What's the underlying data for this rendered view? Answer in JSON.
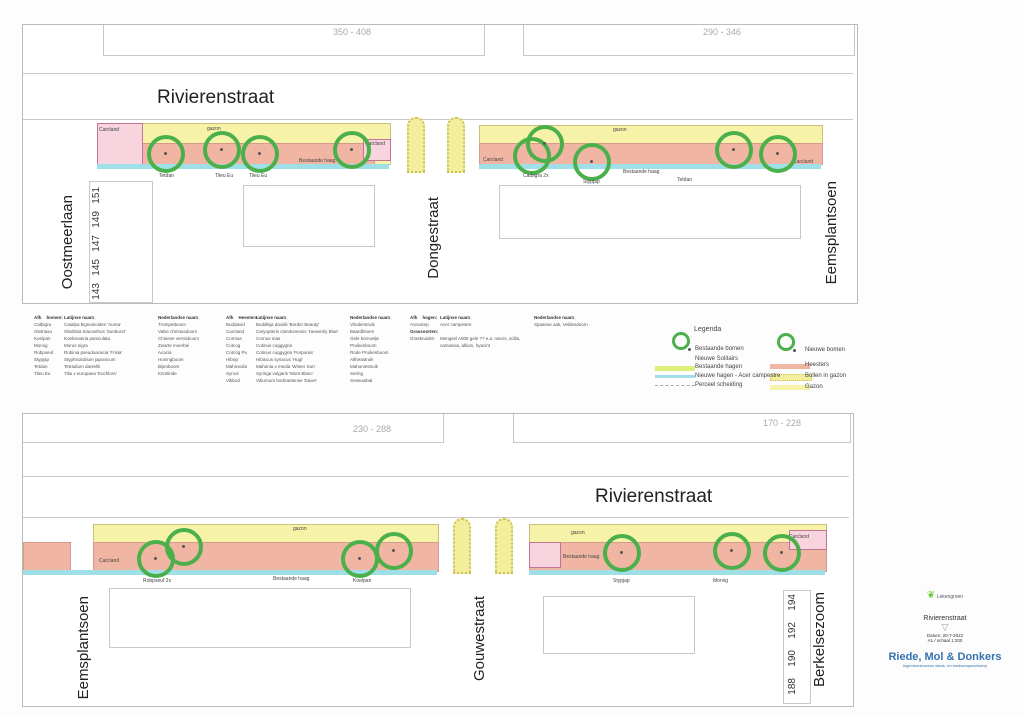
{
  "top_plan": {
    "street": "Rivierenstraat",
    "ranges": [
      "350 - 408",
      "290 - 346"
    ],
    "cross_streets": [
      "Oostmeerlaan",
      "Dongestraat",
      "Eemsplantsoen"
    ],
    "house_numbers_left": [
      "151",
      "149",
      "147",
      "145",
      "143"
    ],
    "labels": [
      "gazon",
      "gazon",
      "Carcland",
      "Carcland",
      "Carcland",
      "Carcland",
      "Bestaande haag",
      "Bestaande haag",
      "Tetdan",
      "Tileu Eu",
      "Tileu Eu",
      "Catbigra 2x",
      "Stypjap",
      "Tetdan"
    ]
  },
  "bottom_plan": {
    "street": "Rivierenstraat",
    "ranges": [
      "230 - 288",
      "170 - 228"
    ],
    "cross_streets": [
      "Eemsplantsoen",
      "Gouwestraat",
      "Berkelsezoom"
    ],
    "house_numbers_right": [
      "194",
      "192",
      "190",
      "188"
    ],
    "labels": [
      "gazon",
      "gazon",
      "Carcland",
      "Carcland",
      "Bestaande haag",
      "Bestaande haag",
      "Robpseuf 2x",
      "Koelpan",
      "Stypjap",
      "Morvig"
    ]
  },
  "plant_lists": [
    {
      "header_abbr": "Afk",
      "header_latin": "Latijnse naam",
      "header_dutch": "Nederlandse naam",
      "group": "bomen:",
      "rows": [
        [
          "Catbigra",
          "Catalpa bignonioides 'Aurea'",
          "Trompetboom"
        ],
        [
          "Gletriasu",
          "Gleditsia triacanthos 'Sunburst'",
          "Valse christusdoorn"
        ],
        [
          "Koelpan",
          "Koelreuteria paniculata",
          "Chinese vernisboom"
        ],
        [
          "Morvig",
          "Morus nigra",
          "Zwarte moerbei"
        ],
        [
          "Robpseuf",
          "Robinia pseudoacacia 'Frisia'",
          "Acacia"
        ],
        [
          "Stypjap",
          "Styphnolobium japonicum",
          "Honingboom"
        ],
        [
          "Tetdan",
          "Tetradium daniellii",
          "Bijenboom"
        ],
        [
          "Tileu Eu",
          "Tilia x europaea 'Euchlora'",
          "Krimlinde"
        ]
      ]
    },
    {
      "header_abbr": "Afk",
      "header_latin": "Latijnse naam",
      "header_dutch": "Nederlandse naam",
      "group": "Heesters:",
      "rows": [
        [
          "Buddavid",
          "Buddleja davidii 'Border Beauty'",
          "Vlinderstruik"
        ],
        [
          "Carcland",
          "Caryopteris clandonensis 'Heavenly Blue'",
          "Baardbloem"
        ],
        [
          "Cormas",
          "Cornus mas",
          "Gele kornoelje"
        ],
        [
          "Cotcog",
          "Cotinus coggygria",
          "Pruikenboom"
        ],
        [
          "Cotcog Pu",
          "Cotinus coggygria 'Purpurea'",
          "Rode Pruikenboom"
        ],
        [
          "Hibsyr",
          "Hibiscus syriacus 'Hugi'",
          "Altheastruik"
        ],
        [
          "Mahmedia",
          "Mahonia x media 'Winter Sun'",
          "Mahoniestruik"
        ],
        [
          "Syrvul",
          "Syringa vulgaris 'Mont Blanc'",
          "Sering"
        ],
        [
          "Vibbod",
          "Viburnum bodnantense 'Dawn'",
          "Sneeuwbal"
        ]
      ]
    },
    {
      "header_abbr": "Afk",
      "header_latin": "Latijnse naam",
      "header_dutch": "Nederlandse naam",
      "group": "hagen:",
      "rows": [
        [
          "Acecamp",
          "Acer campestre",
          "Spaanse aak, Veldesdoorn"
        ]
      ],
      "group2": "Grassoorten:",
      "rows2": [
        [
          "Graskruiden",
          "Mengsel A005 gele ?? e.a. narcis, scilla, camassia, allium, hyacint",
          ""
        ]
      ]
    }
  ],
  "legend": {
    "title": "Legenda",
    "items": [
      "Bestaande bomen",
      "Nieuwe bomen",
      "Nieuwe Solitairs",
      "Heesters",
      "Bestaande hagen",
      "Bollen in gazon",
      "Nieuwe hagen - Acer campestre",
      "Gazon",
      "Perceel scheiding"
    ],
    "colors": {
      "tree": "#4bb04b",
      "heester": "#f1b6a3",
      "haag_bestaand": "#dff07a",
      "haag_nieuw": "#9fe0e8",
      "gazon": "#f6f3a8"
    }
  },
  "title_block": {
    "brand": "Lekengroen",
    "project": "Rivierenstraat",
    "date": "Datum: 20-7-2022",
    "scale": "A1 / schaal 1:200",
    "firm": "Riede, Mol & Donkers",
    "firm_sub": "Ingenieursbureau stads- en landschapsontwerp"
  }
}
